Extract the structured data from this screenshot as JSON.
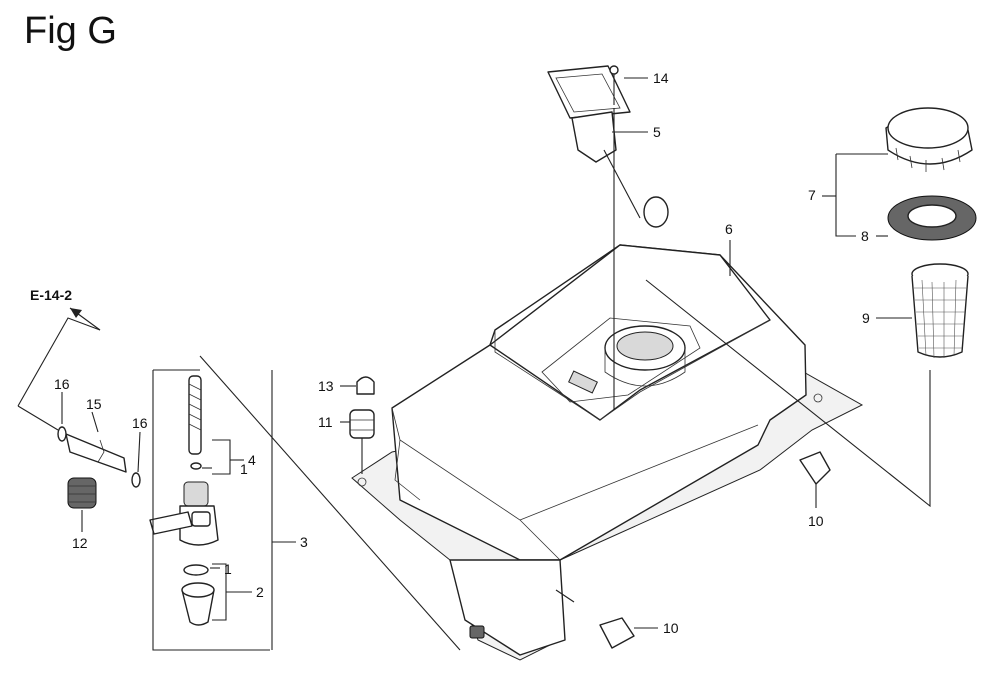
{
  "figure": {
    "title": "Fig G"
  },
  "reference": {
    "label": "E-14-2"
  },
  "callouts": {
    "c1a": "1",
    "c1b": "1",
    "c2": "2",
    "c3": "3",
    "c4": "4",
    "c5": "5",
    "c6": "6",
    "c7": "7",
    "c8": "8",
    "c9": "9",
    "c10a": "10",
    "c10b": "10",
    "c11": "11",
    "c12": "12",
    "c13": "13",
    "c14": "14",
    "c15": "15",
    "c16a": "16",
    "c16b": "16"
  }
}
